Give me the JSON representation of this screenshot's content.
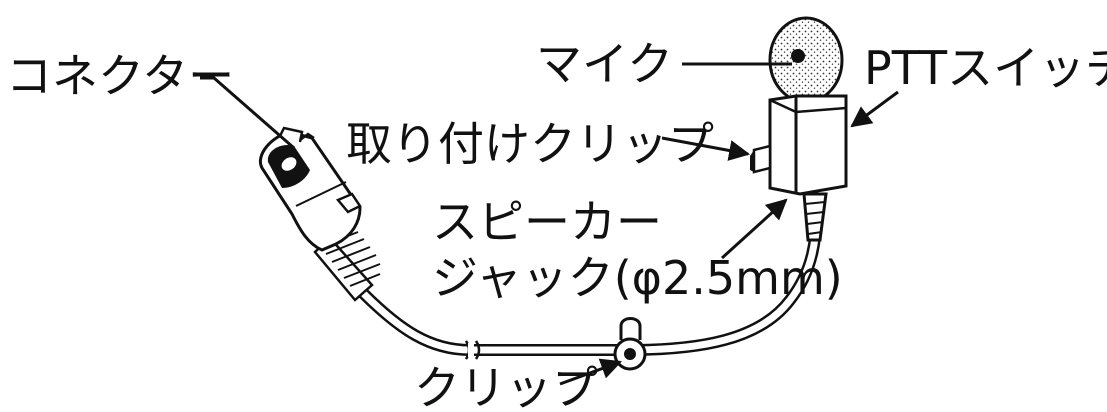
{
  "labels": {
    "connector": "コネクター",
    "mic": "マイク",
    "ptt_switch": "PTTスイッチ",
    "mount_clip": "取り付けクリップ",
    "speaker_line1": "スピーカー",
    "speaker_line2": "ジャック(φ2.5mm)",
    "clip": "クリップ"
  },
  "colors": {
    "line": "#111111",
    "fill": "#ffffff",
    "foam": "#d9d9d9",
    "foam_dot": "#333333"
  }
}
